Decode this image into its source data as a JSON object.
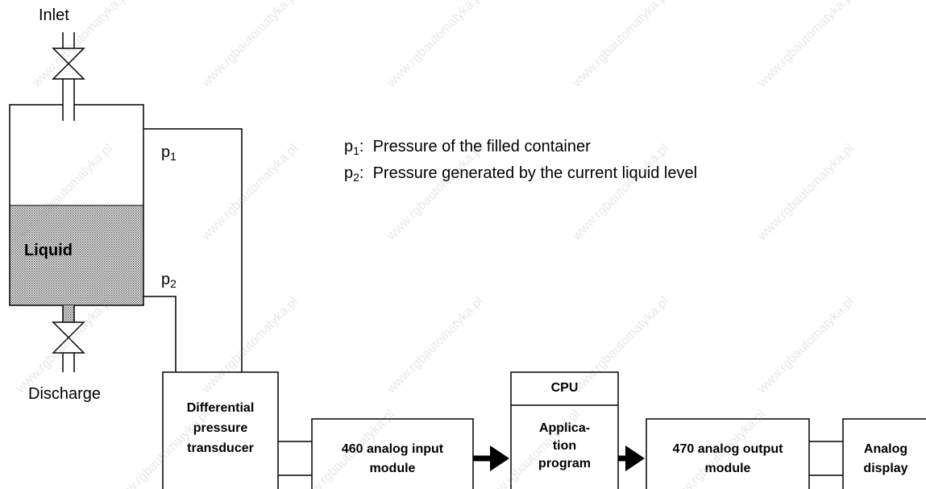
{
  "labels": {
    "inlet": "Inlet",
    "discharge": "Discharge",
    "liquid": "Liquid",
    "p1_base": "p",
    "p1_sub": "1",
    "p2_base": "p",
    "p2_sub": "2"
  },
  "legend": [
    {
      "base": "p",
      "sub": "1",
      "text": ":  Pressure of the filled container"
    },
    {
      "base": "p",
      "sub": "2",
      "text": ":  Pressure generated by the current liquid level"
    }
  ],
  "blocks": {
    "transducer": [
      "Differential",
      "pressure",
      "transducer"
    ],
    "input_module": [
      "460 analog input",
      "module"
    ],
    "cpu_header": "CPU",
    "program": [
      "Applica-",
      "tion",
      "program"
    ],
    "output_module": [
      "470 analog output",
      "module"
    ],
    "display": [
      "Analog",
      "display"
    ]
  },
  "watermark": "www.rgbautomatyka.pl",
  "colors": {
    "line": "#000000",
    "liquid_fill": "#c8c8c8"
  }
}
